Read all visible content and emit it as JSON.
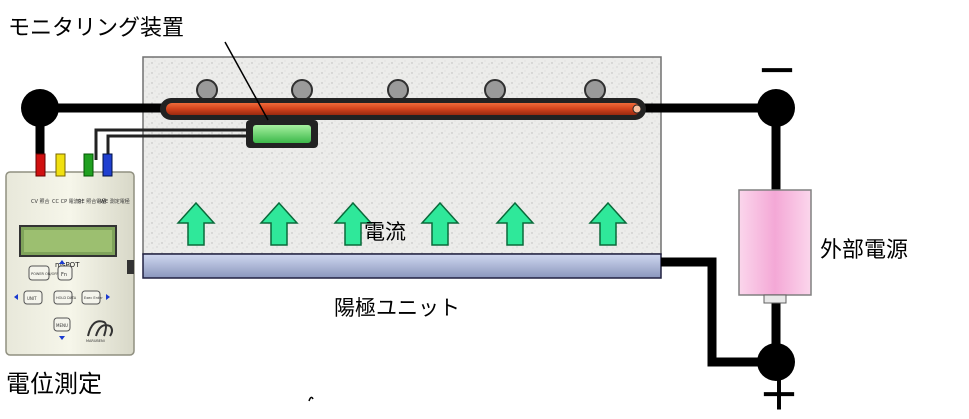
{
  "labels": {
    "monitoring_device": "モニタリング装置",
    "current": "電流",
    "anode_unit": "陽極ユニット",
    "external_power": "外部電源",
    "potential_measurement": "電位測定",
    "negative_terminal": "－",
    "positive_terminal": "＋"
  },
  "meter": {
    "model": "msPOT",
    "brand": "MARUBENI",
    "top_labels": [
      "CV 照合",
      "CC CP 電流計",
      "RE 照合電極",
      "WE 測定電極"
    ],
    "buttons": {
      "power": "POWER ON/OFF",
      "fn": "Fn",
      "unit": "UNIT",
      "hold": "HOLD DATA",
      "exec": "Exec Enter",
      "menu": "MENU"
    }
  },
  "colors": {
    "concrete": "#ecece8",
    "rebar": "#d2421c",
    "sensor": "#5fd060",
    "arrow": "#2fe89a",
    "anode_plate": "#b4bedc",
    "power_supply": "#f5b4dc"
  }
}
